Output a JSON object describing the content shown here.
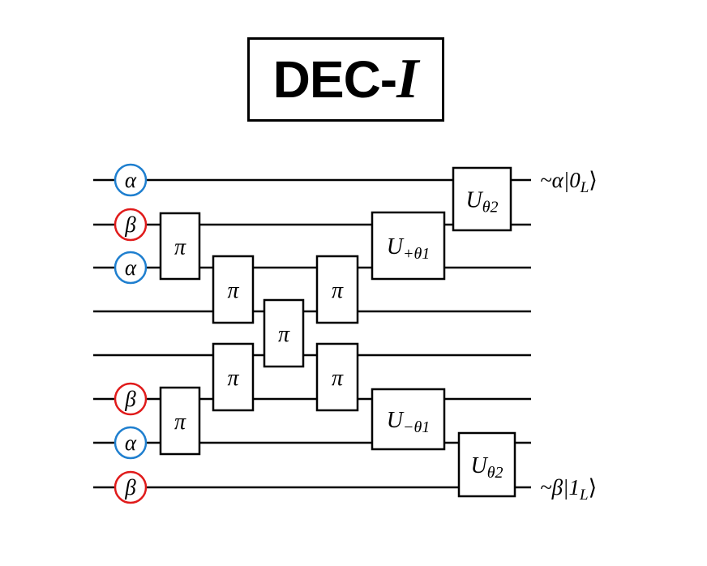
{
  "title": {
    "main": "DEC-",
    "symbol": "I"
  },
  "colors": {
    "alpha": "#1f7fcf",
    "beta": "#e01b1b",
    "line": "#000000"
  },
  "wires": [
    {
      "id": 0,
      "input": "α",
      "input_color": "alpha"
    },
    {
      "id": 1,
      "input": "β",
      "input_color": "beta"
    },
    {
      "id": 2,
      "input": "α",
      "input_color": "alpha"
    },
    {
      "id": 3,
      "input": null
    },
    {
      "id": 4,
      "input": null
    },
    {
      "id": 5,
      "input": "β",
      "input_color": "beta"
    },
    {
      "id": 6,
      "input": "α",
      "input_color": "alpha"
    },
    {
      "id": 7,
      "input": "β",
      "input_color": "beta"
    }
  ],
  "gates": [
    {
      "name": "pi-gate-1",
      "wires": [
        1,
        2
      ],
      "col": 0,
      "label": "π"
    },
    {
      "name": "pi-gate-2",
      "wires": [
        5,
        6
      ],
      "col": 0,
      "label": "π"
    },
    {
      "name": "pi-gate-3",
      "wires": [
        2,
        3
      ],
      "col": 1,
      "label": "π"
    },
    {
      "name": "pi-gate-4",
      "wires": [
        4,
        5
      ],
      "col": 1,
      "label": "π"
    },
    {
      "name": "pi-gate-5",
      "wires": [
        3,
        4
      ],
      "col": 2,
      "label": "π"
    },
    {
      "name": "pi-gate-6",
      "wires": [
        2,
        3
      ],
      "col": 3,
      "label": "π"
    },
    {
      "name": "pi-gate-7",
      "wires": [
        4,
        5
      ],
      "col": 3,
      "label": "π"
    },
    {
      "name": "u-plus-theta1-gate",
      "wires": [
        1,
        2
      ],
      "col": 4,
      "label": "U",
      "sub": "+θ1"
    },
    {
      "name": "u-minus-theta1-gate",
      "wires": [
        5,
        6
      ],
      "col": 4,
      "label": "U",
      "sub": "−θ1"
    },
    {
      "name": "u-theta2-gate-top",
      "wires": [
        0,
        1
      ],
      "col": 5,
      "label": "U",
      "sub": "θ2"
    },
    {
      "name": "u-theta2-gate-bottom",
      "wires": [
        6,
        7
      ],
      "col": 6,
      "label": "U",
      "sub": "θ2"
    }
  ],
  "outputs": [
    {
      "name": "output-top",
      "wire": 0,
      "prefix": "~α|0",
      "sub": "L",
      "suffix": "⟩"
    },
    {
      "name": "output-bottom",
      "wire": 7,
      "prefix": "~β|1",
      "sub": "L",
      "suffix": "⟩"
    }
  ]
}
